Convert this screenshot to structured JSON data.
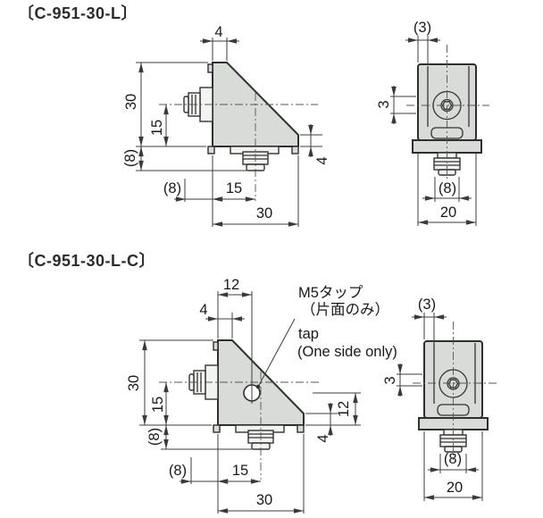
{
  "colors": {
    "background": "#ffffff",
    "part_fill": "#d9dbd8",
    "outline": "#2f2f2f",
    "dimension_line": "#3c3c3c",
    "text": "#1a1a1a"
  },
  "drawing1": {
    "part_label": "〔C-951-30-L〕",
    "side_view": {
      "dim_plate_thickness_top": "4",
      "dim_height": "30",
      "dim_center_height": "15",
      "dim_nut_protrusion_left": "(8)",
      "dim_nut_tip_offset_bottom": "(8)",
      "dim_center_offset_bottom": "15",
      "dim_width_bottom": "30",
      "dim_plate_thickness_right": "4"
    },
    "front_view": {
      "dim_wall_inset_top": "(3)",
      "dim_hole_offset_left": "3",
      "dim_nut_width_bottom": "(8)",
      "dim_width_bottom": "20"
    }
  },
  "drawing2": {
    "part_label": "〔C-951-30-L-C〕",
    "annotation": {
      "jp_line1": "M5タップ",
      "jp_line2": "（片面のみ）",
      "en_line1": "tap",
      "en_line2": "(One side only)"
    },
    "side_view": {
      "dim_tap_offset_top": "12",
      "dim_plate_thickness_top": "4",
      "dim_height": "30",
      "dim_center_height": "15",
      "dim_nut_protrusion_left": "(8)",
      "dim_nut_tip_offset_bottom": "(8)",
      "dim_center_offset_bottom": "15",
      "dim_width_bottom": "30",
      "dim_plate_thickness_right": "4",
      "dim_tap_offset_right": "12"
    },
    "front_view": {
      "dim_wall_inset_top": "(3)",
      "dim_hole_offset_left": "3",
      "dim_nut_width_bottom": "(8)",
      "dim_width_bottom": "20"
    }
  }
}
